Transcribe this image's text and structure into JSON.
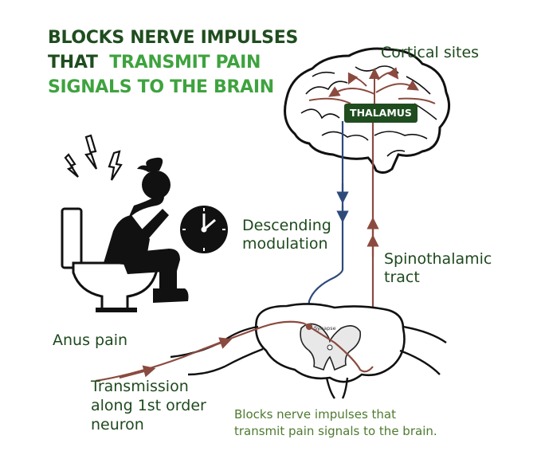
{
  "title": {
    "line1": "BLOCKS NERVE IMPULSES",
    "line2_dark": "THAT",
    "line2_light": "TRANSMIT PAIN",
    "line3": "SIGNALS TO THE BRAIN"
  },
  "labels": {
    "cortical_sites": "Cortical sites",
    "thalamus": "THALAMUS",
    "descending_line1": "Descending",
    "descending_line2": "modulation",
    "spinothalamic_line1": "Spinothalamic",
    "spinothalamic_line2": "tract",
    "anus_pain": "Anus pain",
    "transmission_line1": "Transmission",
    "transmission_line2": "along 1st order",
    "transmission_line3": "neuron",
    "synapse": "Synapse"
  },
  "caption": {
    "line1": "Blocks nerve impulses that",
    "line2": "transmit pain signals to the brain."
  },
  "icons": [
    "brain-icon",
    "person-on-toilet-icon",
    "clock-icon",
    "lightning-icon",
    "spinal-cord-icon"
  ],
  "colors": {
    "title_dark": "#1f4d1f",
    "title_light": "#3ea33e",
    "descending_path": "#2d4a7a",
    "ascending_path": "#8b4a3f",
    "caption": "#4e7a30"
  }
}
